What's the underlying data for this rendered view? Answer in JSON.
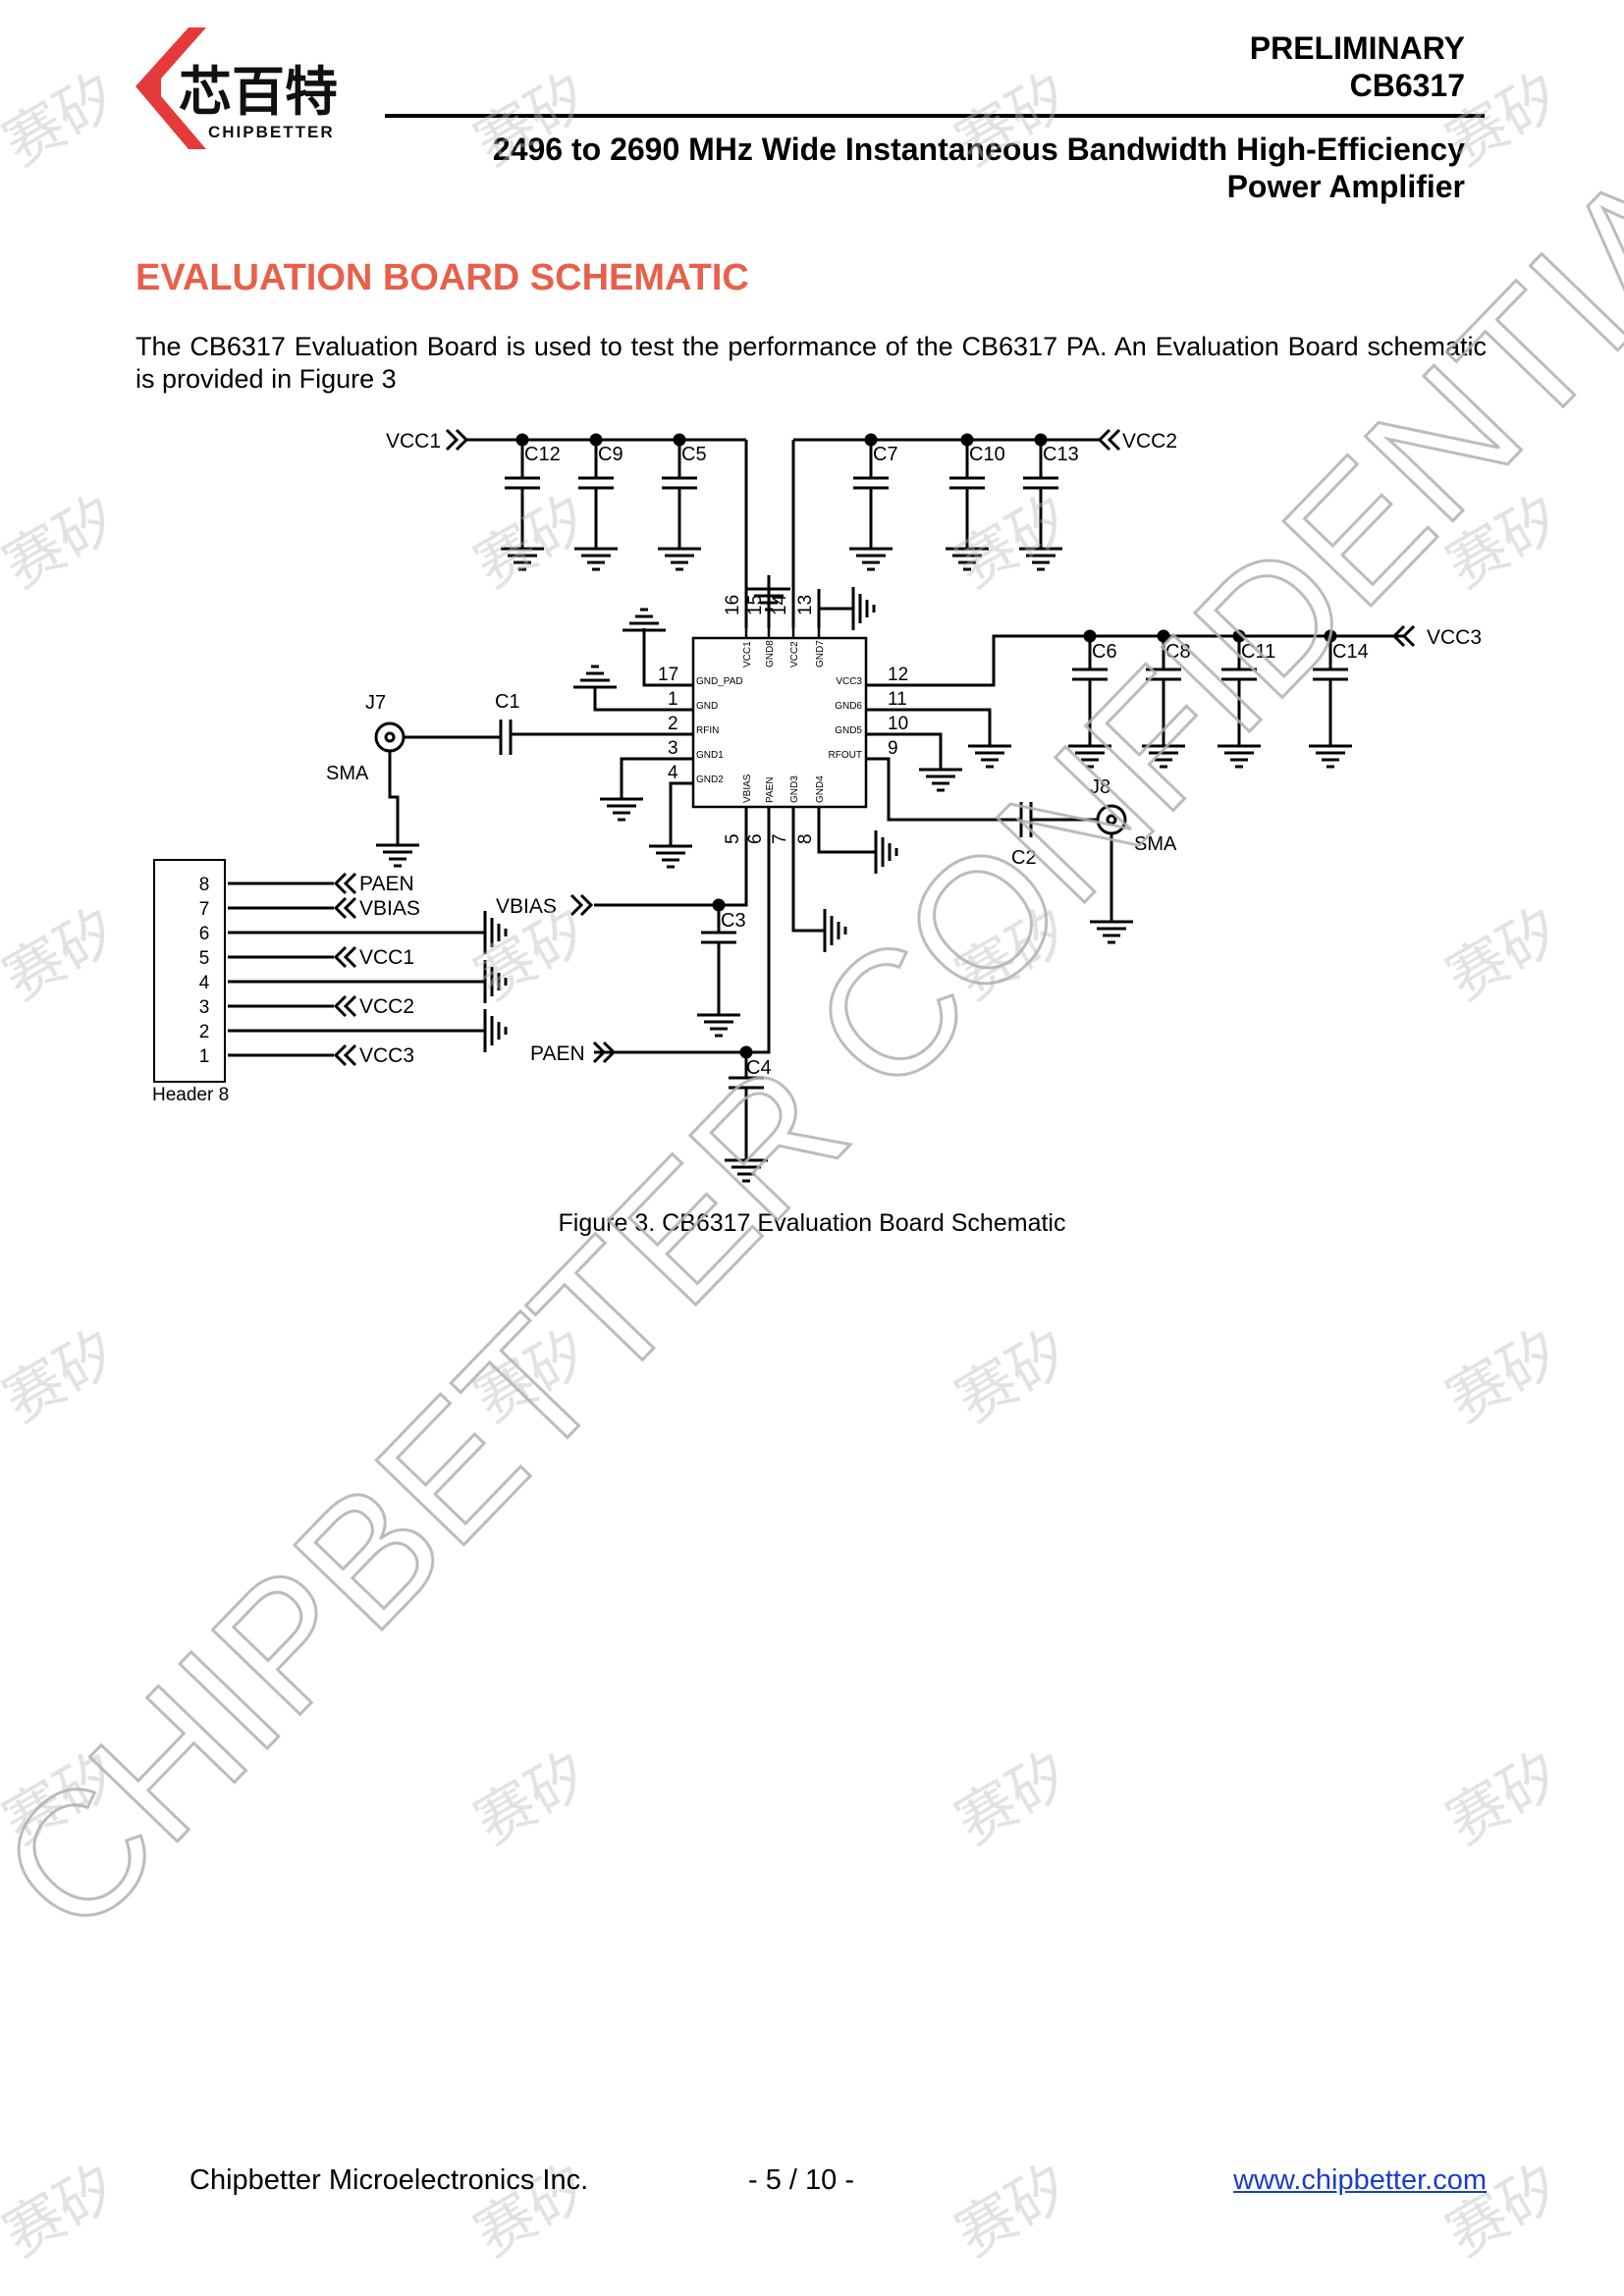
{
  "header": {
    "logo_chinese": "芯百特",
    "logo_english": "CHIPBETTER",
    "status": "PRELIMINARY",
    "part_number": "CB6317",
    "title_line1": "2496 to 2690 MHz Wide Instantaneous Bandwidth High-Efficiency",
    "title_line2": "Power Amplifier"
  },
  "section": {
    "title": "EVALUATION BOARD SCHEMATIC",
    "intro": "The CB6317 Evaluation Board is used to test the performance of the CB6317 PA. An Evaluation Board schematic is provided in Figure 3"
  },
  "schematic": {
    "nets": {
      "vcc1": "VCC1",
      "vcc2": "VCC2",
      "vcc3": "VCC3",
      "vbias": "VBIAS",
      "paen": "PAEN"
    },
    "capacitors": {
      "c1": "C1",
      "c2": "C2",
      "c3": "C3",
      "c4": "C4",
      "c5": "C5",
      "c6": "C6",
      "c7": "C7",
      "c8": "C8",
      "c9": "C9",
      "c10": "C10",
      "c11": "C11",
      "c12": "C12",
      "c13": "C13",
      "c14": "C14"
    },
    "connectors": {
      "j7": "J7",
      "j8": "J8",
      "sma": "SMA"
    },
    "header": {
      "label": "Header 8",
      "pins": [
        "8",
        "7",
        "6",
        "5",
        "4",
        "3",
        "2",
        "1"
      ],
      "nets": {
        "pin8": "PAEN",
        "pin7": "VBIAS",
        "pin5": "VCC1",
        "pin3": "VCC2",
        "pin1": "VCC3"
      }
    },
    "ic_pins": {
      "p1": "GND",
      "p2": "RFIN",
      "p3": "GND1",
      "p4": "GND2",
      "p5": "VBIAS",
      "p6": "PAEN",
      "p7": "GND3",
      "p8": "GND4",
      "p9": "RFOUT",
      "p10": "GND5",
      "p11": "GND6",
      "p12": "VCC3",
      "p13": "GND7",
      "p14": "VCC2",
      "p15": "GND8",
      "p16": "VCC1",
      "p17": "GND_PAD"
    },
    "pin_numbers": [
      "1",
      "2",
      "3",
      "4",
      "5",
      "6",
      "7",
      "8",
      "9",
      "10",
      "11",
      "12",
      "13",
      "14",
      "15",
      "16",
      "17"
    ]
  },
  "figure_caption": "Figure 3. CB6317 Evaluation Board Schematic",
  "watermark": {
    "text": "CHIPBETTER CONFIDENTIAL",
    "tile": "赛矽"
  },
  "footer": {
    "company": "Chipbetter Microelectronics Inc.",
    "page": "- 5 / 10 -",
    "url": "www.chipbetter.com"
  }
}
